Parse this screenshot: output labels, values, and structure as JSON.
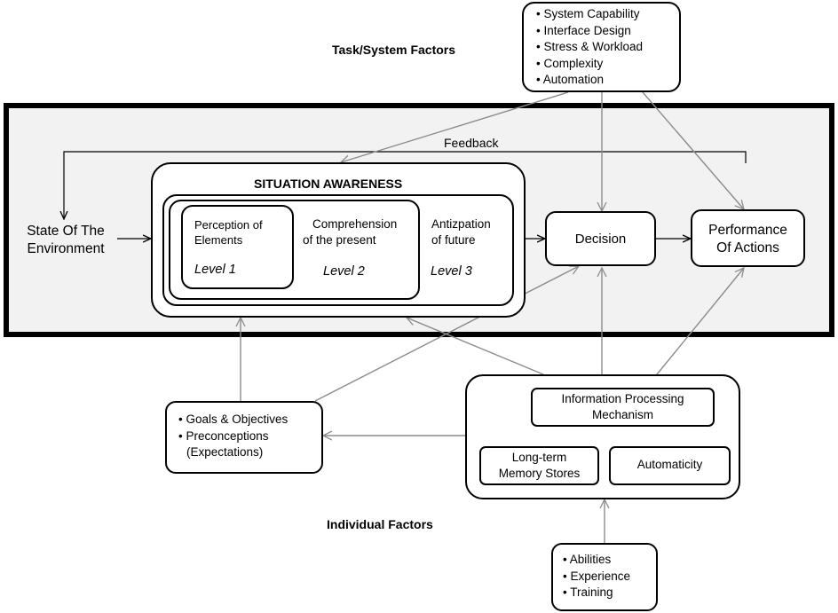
{
  "labels": {
    "task_system_factors": "Task/System Factors",
    "individual_factors": "Individual Factors",
    "feedback": "Feedback",
    "situation_awareness": "SITUATION AWARENESS",
    "state_env_1": "State Of The",
    "state_env_2": "Environment",
    "perception_1": "Perception of",
    "perception_2": "Elements",
    "level1": "Level 1",
    "comprehension_1": "Comprehension",
    "comprehension_2": "of the present",
    "level2": "Level 2",
    "projection_1": "Antizpation",
    "projection_2": "of future",
    "level3": "Level 3",
    "decision": "Decision",
    "performance_1": "Performance",
    "performance_2": "Of Actions",
    "info_processing_1": "Information Processing",
    "info_processing_2": "Mechanism",
    "long_term_1": "Long-term",
    "long_term_2": "Memory Stores",
    "automaticity": "Automaticity"
  },
  "task_factors": [
    "• System Capability",
    "• Interface Design",
    "• Stress & Workload",
    "• Complexity",
    "• Automation"
  ],
  "goals": [
    "• Goals & Objectives",
    "• Preconceptions",
    "  (Expectations)"
  ],
  "abilities": [
    "• Abilities",
    "• Experience",
    "• Training"
  ],
  "colors": {
    "arrow_gray": "#8c8c8c",
    "panel_fill": "#f2f2f2",
    "line": "#000000"
  }
}
